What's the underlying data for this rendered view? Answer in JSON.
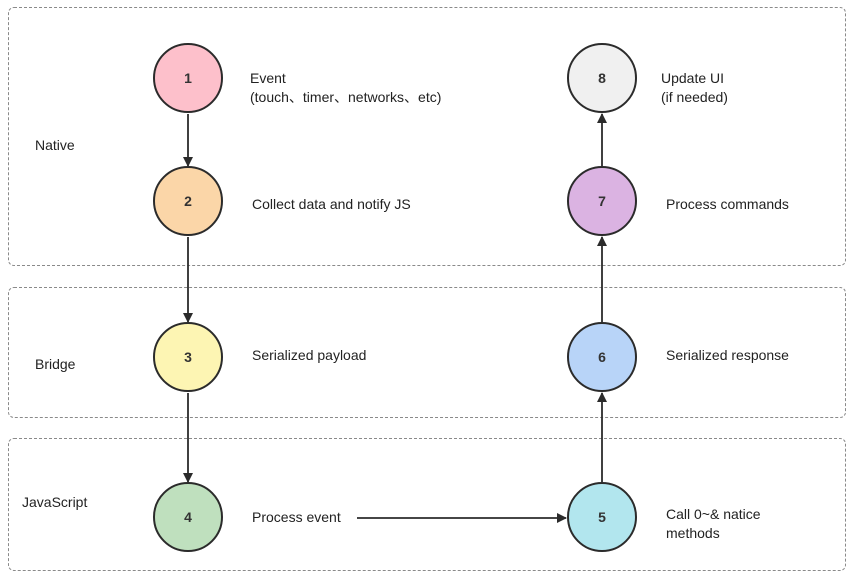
{
  "lanes": {
    "native": "Native",
    "bridge": "Bridge",
    "javascript": "JavaScript"
  },
  "steps": [
    {
      "num": "1",
      "line1": "Event",
      "line2": "(touch、timer、networks、etc)",
      "color": "#fdc0cb"
    },
    {
      "num": "2",
      "line1": "Collect data and notify JS",
      "line2": "",
      "color": "#fbd6a8"
    },
    {
      "num": "3",
      "line1": "Serialized payload",
      "line2": "",
      "color": "#fdf5b3"
    },
    {
      "num": "4",
      "line1": "Process event",
      "line2": "",
      "color": "#bfe0be"
    },
    {
      "num": "5",
      "line1": "Call 0~& natice",
      "line2": "methods",
      "color": "#b2e6ee"
    },
    {
      "num": "6",
      "line1": "Serialized response",
      "line2": "",
      "color": "#b8d4f8"
    },
    {
      "num": "7",
      "line1": "Process commands",
      "line2": "",
      "color": "#dbb3e2"
    },
    {
      "num": "8",
      "line1": "Update UI",
      "line2": "(if needed)",
      "color": "#f0f0f0"
    }
  ]
}
